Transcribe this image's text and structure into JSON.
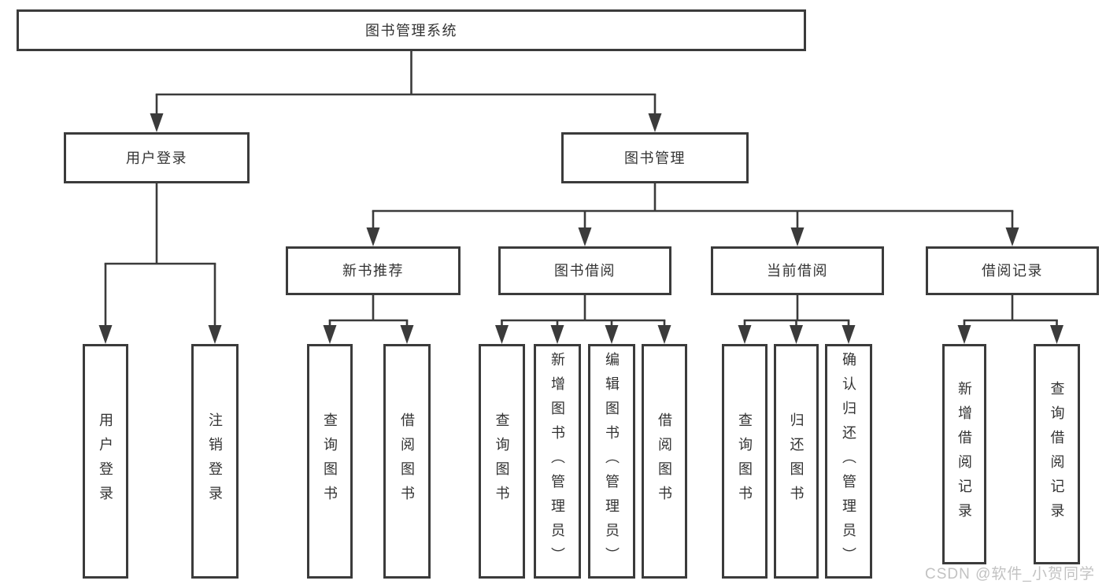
{
  "diagram": {
    "title": "图书管理系统",
    "nodes": [
      {
        "id": "root",
        "label": "图书管理系统",
        "parent": null,
        "orientation": "h"
      },
      {
        "id": "user-login",
        "label": "用户登录",
        "parent": "root",
        "orientation": "h"
      },
      {
        "id": "book-mgmt",
        "label": "图书管理",
        "parent": "root",
        "orientation": "h"
      },
      {
        "id": "user-login-v",
        "label": "用户登录",
        "parent": "user-login",
        "orientation": "v"
      },
      {
        "id": "logout",
        "label": "注销登录",
        "parent": "user-login",
        "orientation": "v"
      },
      {
        "id": "new-book-rec",
        "label": "新书推荐",
        "parent": "book-mgmt",
        "orientation": "h"
      },
      {
        "id": "book-borrow",
        "label": "图书借阅",
        "parent": "book-mgmt",
        "orientation": "h"
      },
      {
        "id": "current-borrow",
        "label": "当前借阅",
        "parent": "book-mgmt",
        "orientation": "h"
      },
      {
        "id": "borrow-records",
        "label": "借阅记录",
        "parent": "book-mgmt",
        "orientation": "h"
      },
      {
        "id": "nbr-query",
        "label": "查询图书",
        "parent": "new-book-rec",
        "orientation": "v"
      },
      {
        "id": "nbr-borrow",
        "label": "借阅图书",
        "parent": "new-book-rec",
        "orientation": "v"
      },
      {
        "id": "bb-query",
        "label": "查询图书",
        "parent": "book-borrow",
        "orientation": "v"
      },
      {
        "id": "bb-add",
        "label": "新增图书（管理员）",
        "parent": "book-borrow",
        "orientation": "v"
      },
      {
        "id": "bb-edit",
        "label": "编辑图书（管理员）",
        "parent": "book-borrow",
        "orientation": "v"
      },
      {
        "id": "bb-borrow",
        "label": "借阅图书",
        "parent": "book-borrow",
        "orientation": "v"
      },
      {
        "id": "cb-query",
        "label": "查询图书",
        "parent": "current-borrow",
        "orientation": "v"
      },
      {
        "id": "cb-return",
        "label": "归还图书",
        "parent": "current-borrow",
        "orientation": "v"
      },
      {
        "id": "cb-confirm",
        "label": "确认归还（管理员）",
        "parent": "current-borrow",
        "orientation": "v"
      },
      {
        "id": "br-add",
        "label": "新增借阅记录",
        "parent": "borrow-records",
        "orientation": "v"
      },
      {
        "id": "br-query",
        "label": "查询借阅记录",
        "parent": "borrow-records",
        "orientation": "v"
      }
    ]
  },
  "watermark": {
    "text": "CSDN @软件_小贺同学"
  },
  "colors": {
    "line": "#3b3b3b",
    "text": "#333333",
    "background": "#ffffff",
    "watermark": "#c2c2c2"
  }
}
